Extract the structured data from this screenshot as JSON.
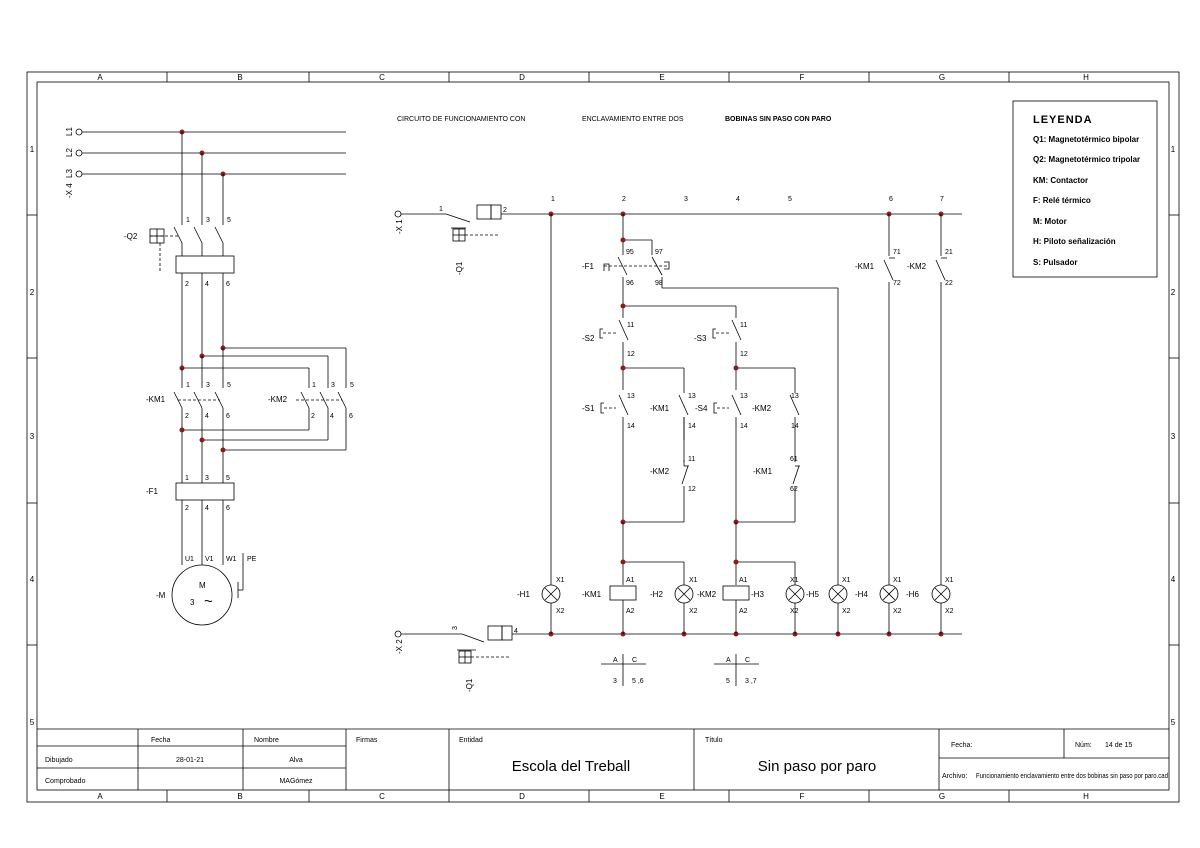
{
  "title_line": {
    "part1": "CIRCUITO DE FUNCIONAMIENTO CON",
    "part2": "ENCLAVAMIENTO ENTRE DOS",
    "part3": "BOBINAS SIN PASO CON PARO"
  },
  "grid": {
    "columns": [
      "A",
      "B",
      "C",
      "D",
      "E",
      "F",
      "G",
      "H"
    ],
    "rows": [
      "1",
      "2",
      "3",
      "4",
      "5"
    ]
  },
  "legend": {
    "title": "LEYENDA",
    "items": [
      "Q1:  Magnetotérmico bipolar",
      "Q2:  Magnetotérmico tripolar",
      "KM: Contactor",
      "F:  Relé térmico",
      "M:   Motor",
      "H:  Piloto señalización",
      "S:  Pulsador"
    ]
  },
  "power_circuit": {
    "lines": [
      "L1",
      "L2",
      "L3"
    ],
    "line_terminal": "-X 4",
    "breaker": "-Q2",
    "breaker_terminals_top": [
      "1",
      "3",
      "5"
    ],
    "breaker_terminals_bottom": [
      "2",
      "4",
      "6"
    ],
    "km1": "-KM1",
    "km2": "-KM2",
    "relay": "-F1",
    "motor": {
      "ref": "-M",
      "label": "M",
      "phase": "3",
      "symbol": "~",
      "terminals": [
        "U1",
        "V1",
        "W1",
        "PE"
      ]
    }
  },
  "control_circuit": {
    "supply_top": "-X 1",
    "supply_bottom": "-X 2",
    "supply_top_pin": "1",
    "supply_bottom_pin": "3",
    "breaker": "-Q1",
    "breaker_pins_top": "2",
    "breaker_pins_bottom": "4",
    "breaker_tag": "Q1",
    "columns": [
      "1",
      "2",
      "3",
      "4",
      "5",
      "6",
      "7"
    ],
    "relay": {
      "ref": "-F1",
      "nc": [
        "95",
        "96"
      ],
      "no": [
        "97",
        "98"
      ]
    },
    "s2": {
      "ref": "-S2",
      "pins": [
        "11",
        "12"
      ]
    },
    "s3": {
      "ref": "-S3",
      "pins": [
        "11",
        "12"
      ]
    },
    "s1": {
      "ref": "-S1",
      "pins": [
        "13",
        "14"
      ]
    },
    "s4": {
      "ref": "-S4",
      "pins": [
        "13",
        "14"
      ]
    },
    "km1_hold": {
      "ref": "-KM1",
      "pins": [
        "13",
        "14"
      ]
    },
    "km2_hold": {
      "ref": "-KM2",
      "pins": [
        "13",
        "14"
      ]
    },
    "km2_lock": {
      "ref": "-KM2",
      "pins": [
        "11",
        "12"
      ]
    },
    "km1_lock": {
      "ref": "-KM1",
      "pins": [
        "61",
        "62"
      ]
    },
    "km1_aux6": {
      "ref": "-KM1",
      "pins": [
        "71",
        "72"
      ]
    },
    "km2_aux7": {
      "ref": "-KM2",
      "pins": [
        "21",
        "22"
      ]
    },
    "loads": [
      {
        "ref": "-H1",
        "pins": [
          "X1",
          "X2"
        ]
      },
      {
        "ref": "-KM1",
        "pins": [
          "A1",
          "A2"
        ]
      },
      {
        "ref": "-H2",
        "pins": [
          "X1",
          "X2"
        ]
      },
      {
        "ref": "-KM2",
        "pins": [
          "A1",
          "A2"
        ]
      },
      {
        "ref": "-H3",
        "pins": [
          "X1",
          "X2"
        ]
      },
      {
        "ref": "-H5",
        "pins": [
          "X1",
          "X2"
        ]
      },
      {
        "ref": "-H4",
        "pins": [
          "X1",
          "X2"
        ]
      },
      {
        "ref": "-H6",
        "pins": [
          "X1",
          "X2"
        ]
      }
    ],
    "crossref1": {
      "head": [
        "A",
        "C"
      ],
      "vals": [
        "3",
        "5 ,6"
      ]
    },
    "crossref2": {
      "head": [
        "A",
        "C"
      ],
      "vals": [
        "5",
        "3 ,7"
      ]
    }
  },
  "title_block": {
    "fecha_label": "Fecha",
    "nombre_label": "Nombre",
    "firmas_label": "Firmas",
    "entidad_label": "Entidad",
    "titulo_label": "Título",
    "dibujado_label": "Dibujado",
    "comprobado_label": "Comprobado",
    "dibujado_fecha": "28-01-21",
    "dibujado_nombre": "Alva",
    "comprobado_nombre": "MAGómez",
    "entidad": "Escola del Treball",
    "titulo": "Sin paso por paro",
    "fecha2_label": "Fecha:",
    "num_label": "Núm:",
    "num_value": "14 de 15",
    "archivo_label": "Archivo:",
    "archivo_value": "Funcionamiento enclavamiento entre dos bobinas sin paso por paro.cad"
  }
}
